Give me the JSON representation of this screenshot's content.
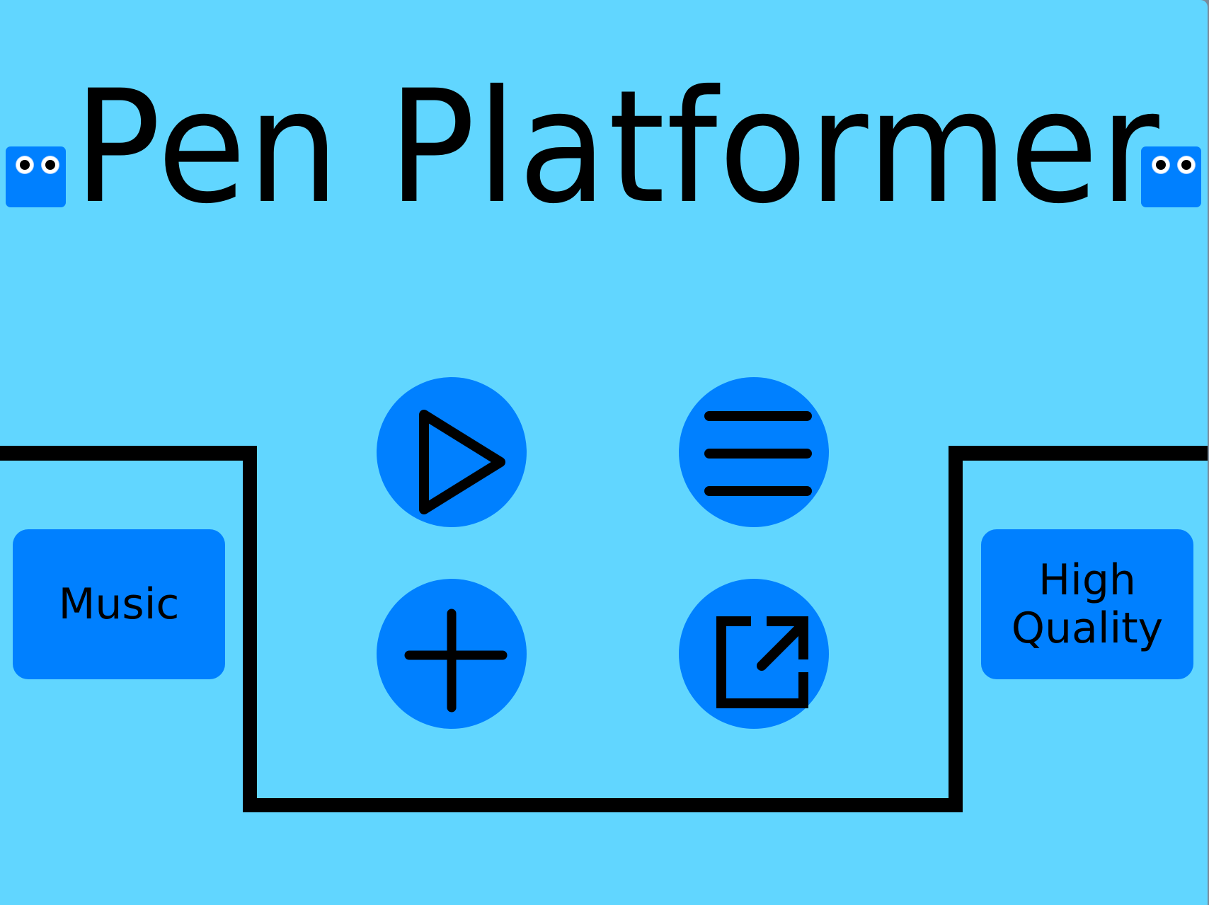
{
  "game": {
    "title": "Pen Platformer"
  },
  "colors": {
    "background": "#61d6ff",
    "button": "#0080ff",
    "ink": "#000000"
  },
  "menu": {
    "buttons": [
      {
        "id": "play",
        "icon": "play-icon"
      },
      {
        "id": "levels",
        "icon": "menu-icon"
      },
      {
        "id": "create",
        "icon": "plus-icon"
      },
      {
        "id": "share",
        "icon": "external-link-icon"
      }
    ],
    "music_label": "Music",
    "quality_label_line1": "High",
    "quality_label_line2": "Quality"
  }
}
